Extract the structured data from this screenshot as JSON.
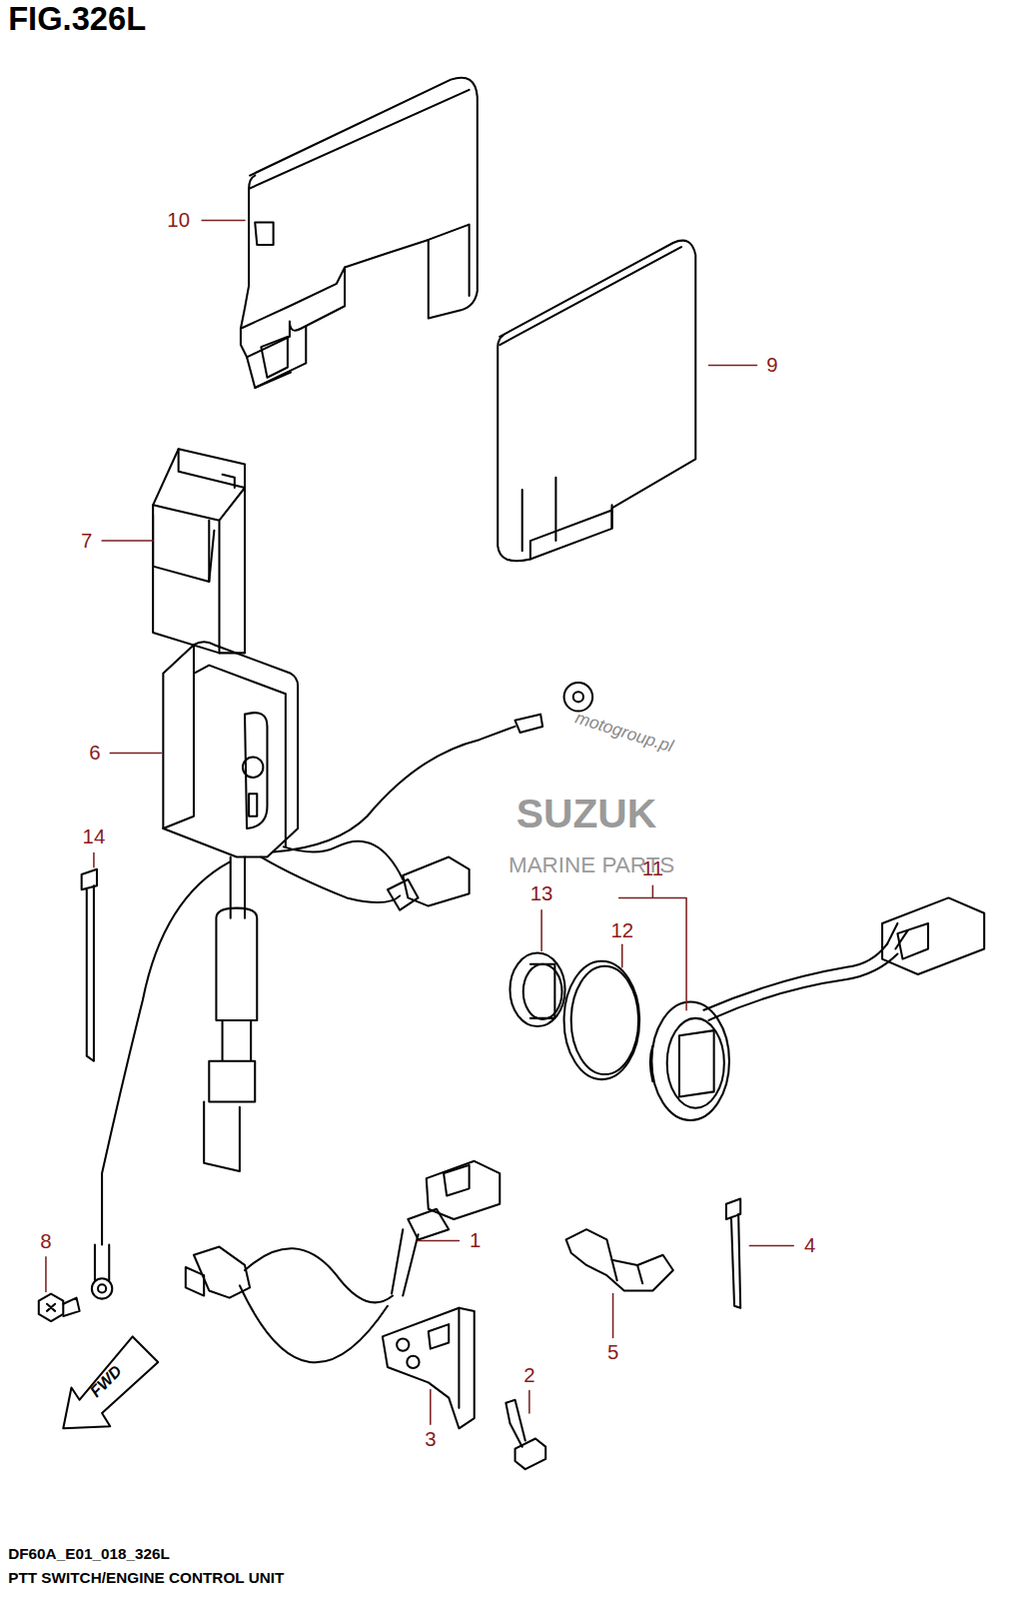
{
  "diagram": {
    "title": "FIG.326L",
    "caption": "PTT SWITCH/ENGINE CONTROL UNIT",
    "labels": [
      "10",
      "9",
      "7",
      "6",
      "motogroup.pl",
      "SUZUK",
      "MARINE PARTS",
      "14",
      "11",
      "13",
      "12",
      "1",
      "8",
      "4",
      "FWD",
      "5",
      "2",
      "3",
      "DF60A_E01_018_326L"
    ]
  }
}
